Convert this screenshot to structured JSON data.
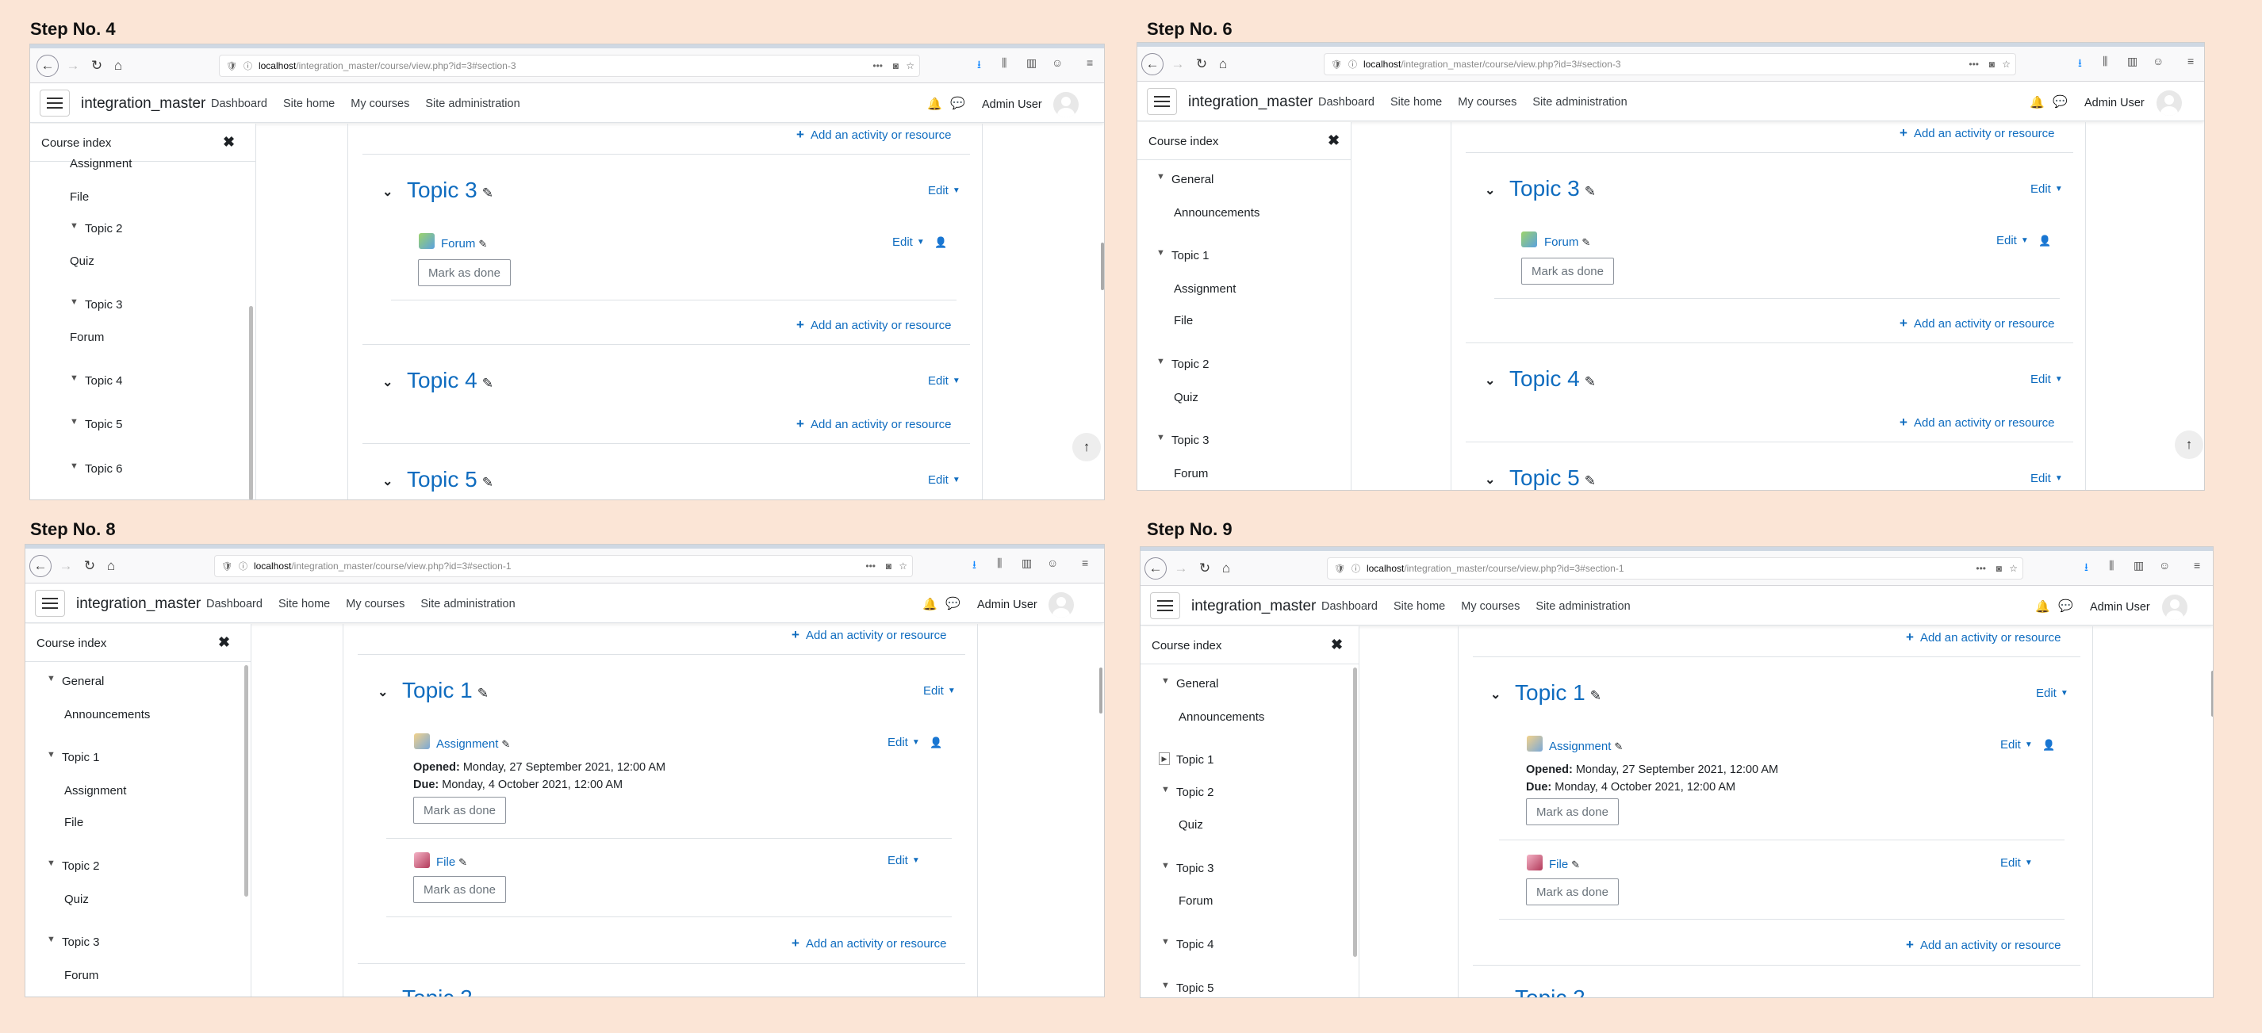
{
  "steps": [
    {
      "title": "Step No. 4",
      "url": {
        "host": "localhost",
        "path": "/integration_master/course/view.php?id=3#section-3"
      }
    },
    {
      "title": "Step No. 6",
      "url": {
        "host": "localhost",
        "path": "/integration_master/course/view.php?id=3#section-3"
      }
    },
    {
      "title": "Step No. 8",
      "url": {
        "host": "localhost",
        "path": "/integration_master/course/view.php?id=3#section-1"
      }
    },
    {
      "title": "Step No. 9",
      "url": {
        "host": "localhost",
        "path": "/integration_master/course/view.php?id=3#section-1"
      }
    }
  ],
  "site": {
    "name": "integration_master",
    "nav": [
      "Dashboard",
      "Site home",
      "My courses",
      "Site administration"
    ],
    "user": "Admin User"
  },
  "drawer": {
    "title": "Course index"
  },
  "index": {
    "s4": [
      "Assignment",
      "File",
      "Topic 2",
      "Quiz",
      "Topic 3",
      "Forum",
      "Topic 4",
      "Topic 5",
      "Topic 6"
    ],
    "s6": [
      "General",
      "Announcements",
      "Topic 1",
      "Assignment",
      "File",
      "Topic 2",
      "Quiz",
      "Topic 3",
      "Forum"
    ],
    "s8": [
      "General",
      "Announcements",
      "Topic 1",
      "Assignment",
      "File",
      "Topic 2",
      "Quiz",
      "Topic 3",
      "Forum"
    ],
    "s9": [
      "General",
      "Announcements",
      "Topic 1",
      "Topic 2",
      "Quiz",
      "Topic 3",
      "Forum",
      "Topic 4",
      "Topic 5"
    ]
  },
  "content": {
    "add": "Add an activity or resource",
    "edit": "Edit",
    "mark": "Mark as done",
    "topic3": "Topic 3",
    "topic4": "Topic 4",
    "topic5": "Topic 5",
    "topic1": "Topic 1",
    "topic2": "Topic 2",
    "forum": "Forum",
    "assignment": "Assignment",
    "file": "File",
    "opened_label": "Opened:",
    "opened_value": "Monday, 27 September 2021, 12:00 AM",
    "due_label": "Due:",
    "due_value": "Monday, 4 October 2021, 12:00 AM"
  }
}
